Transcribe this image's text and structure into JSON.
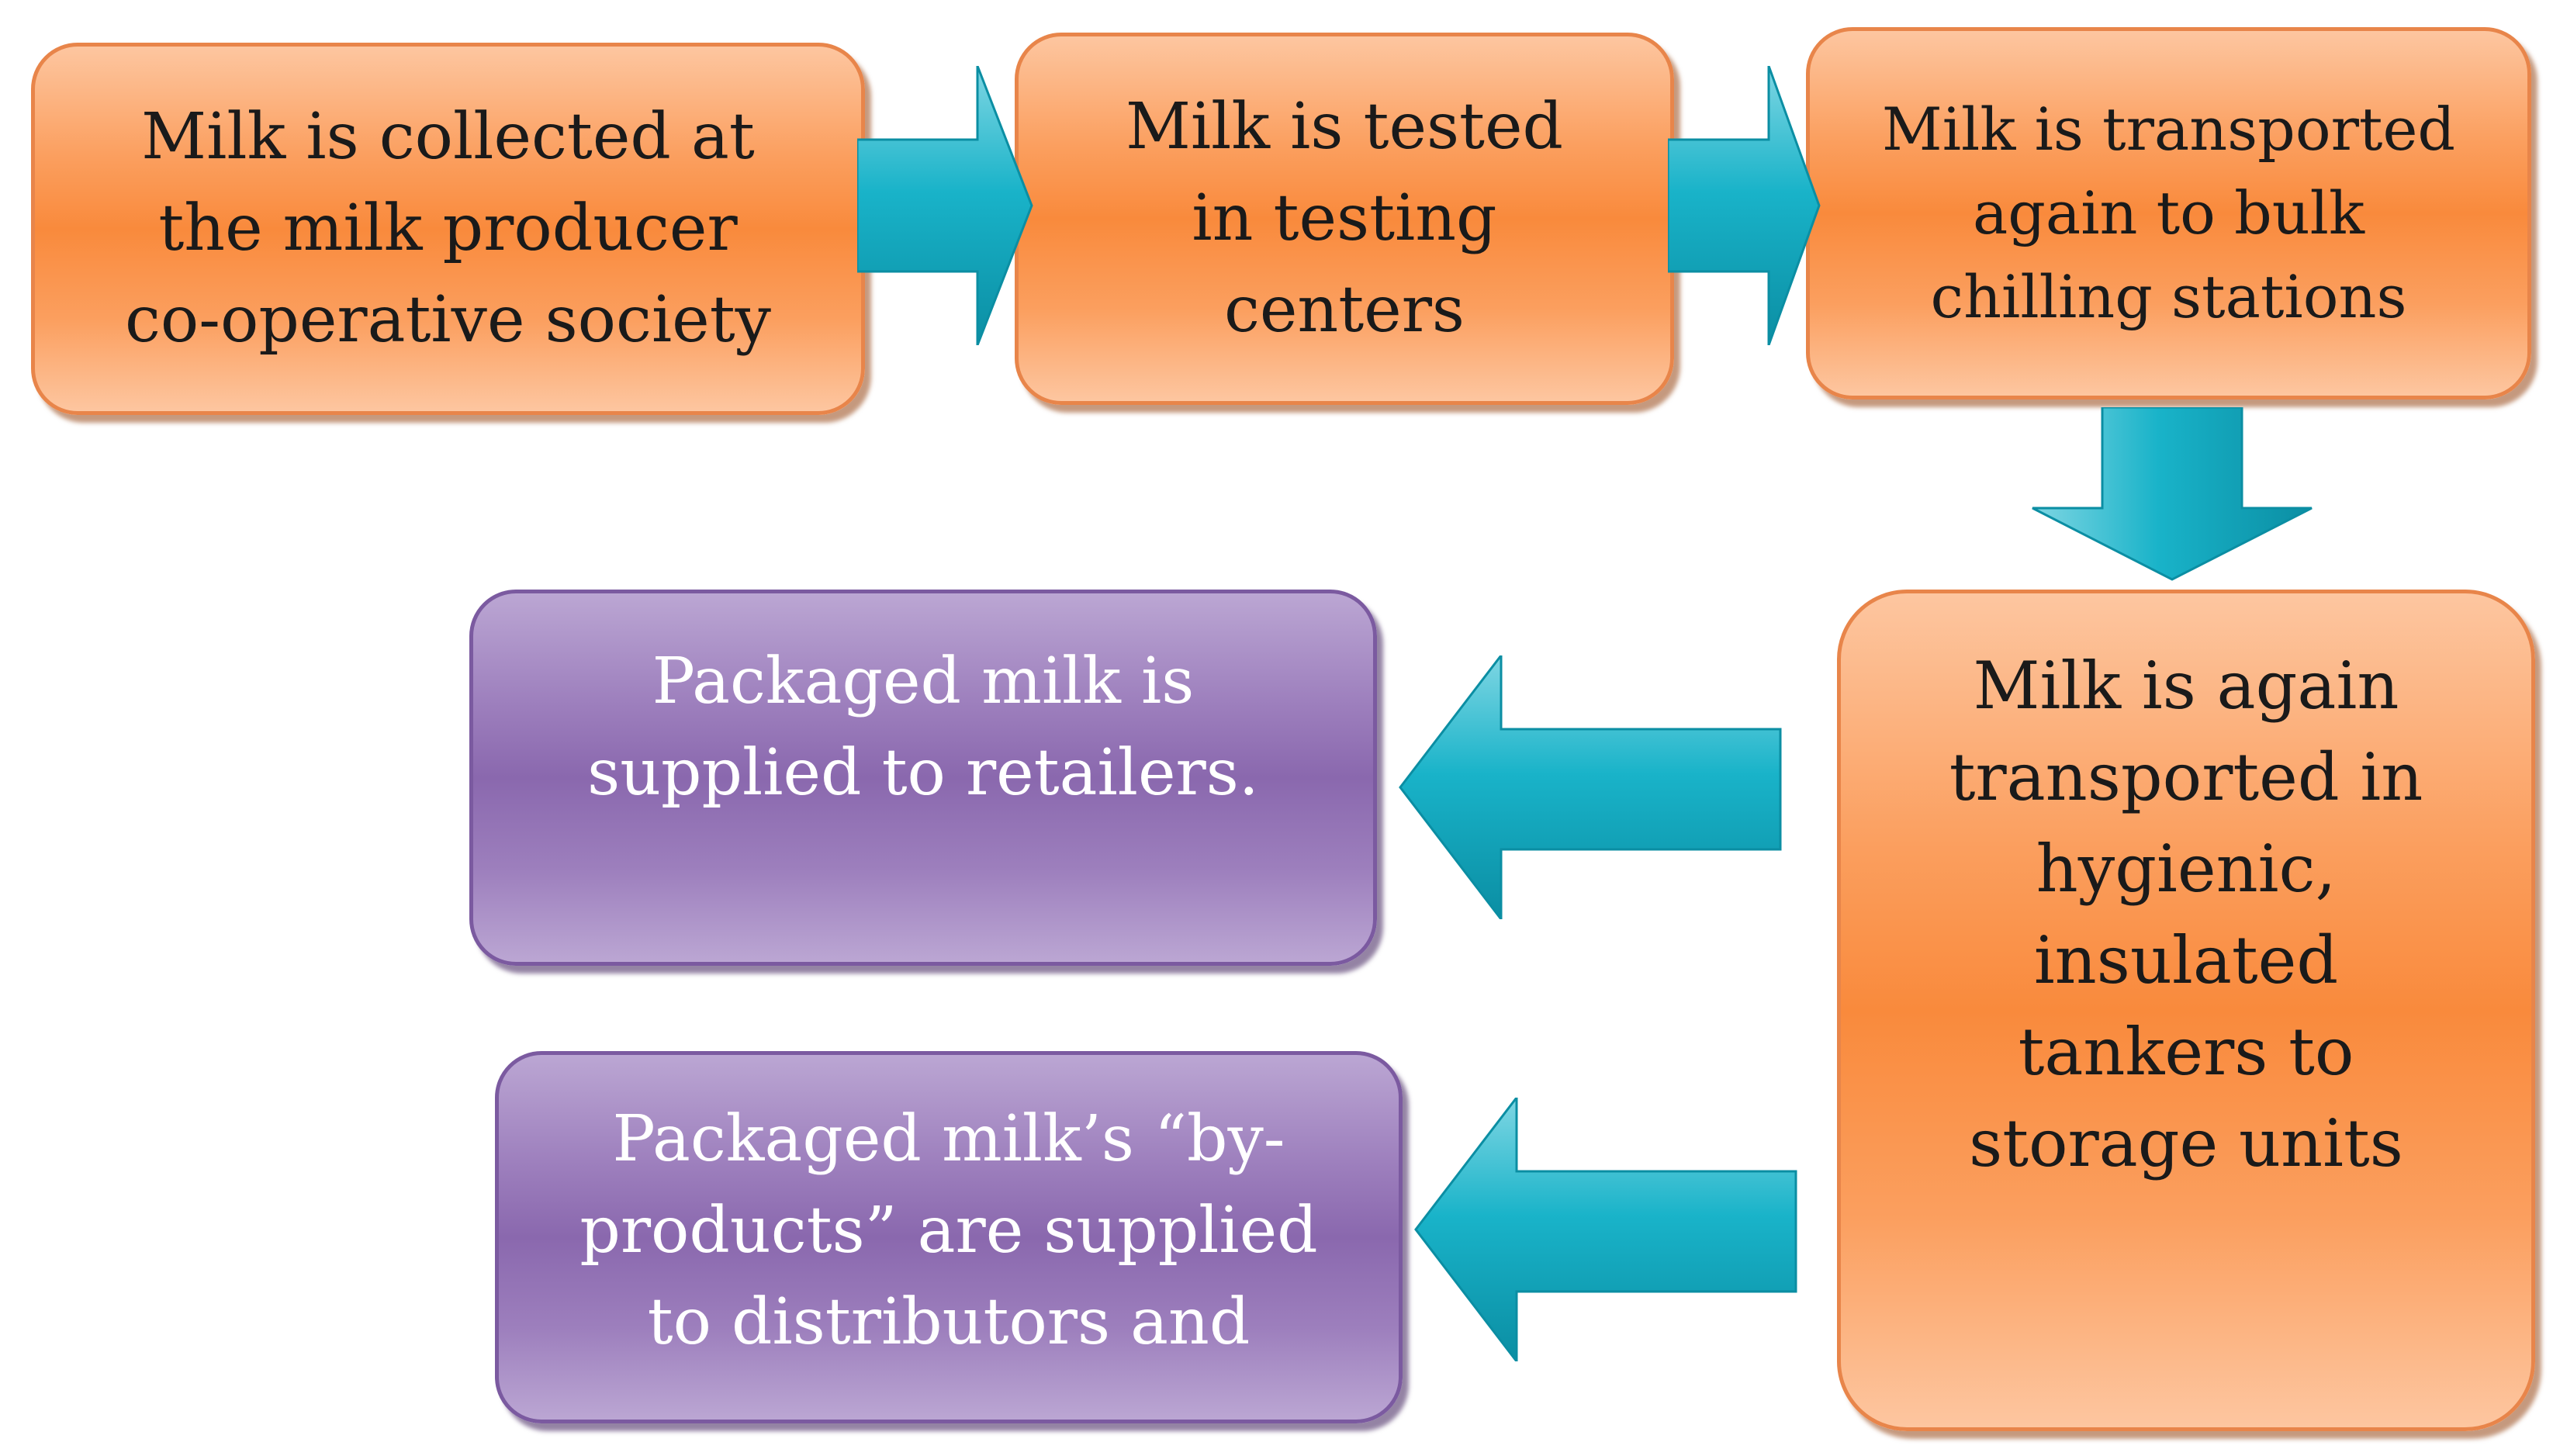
{
  "steps": {
    "collect": "Milk is collected at\nthe milk producer\nco-operative society",
    "test": "Milk is tested\nin testing\ncenters",
    "chill": "Milk is transported\nagain to bulk\nchilling stations",
    "storage": "Milk is again\ntransported in\nhygienic,\ninsulated\ntankers to\nstorage units",
    "retail": "Packaged milk is\nsupplied to retailers.",
    "byproducts": "Packaged milk’s “by-\nproducts” are supplied\nto distributors and"
  },
  "colors": {
    "process_box": "#f98a3c",
    "output_box": "#8a68ae",
    "arrow": "#19b3c9"
  }
}
